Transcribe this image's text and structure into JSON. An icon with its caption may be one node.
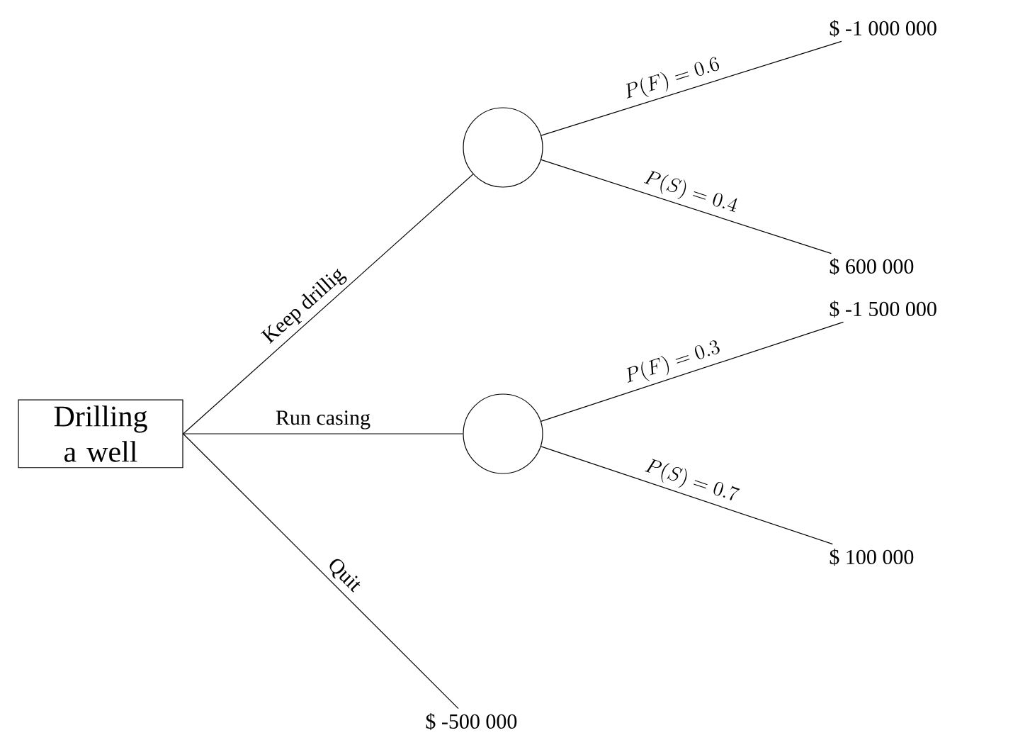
{
  "diagram": {
    "nodes": [
      {
        "text": [
          "Drilling a well"
        ]
      },
      {
        "text": [],
        "shape": "circle"
      },
      {
        "text": [],
        "shape": "circle"
      },
      {
        "text": [
          "$ -1 000 000"
        ]
      },
      {
        "text": [
          "$ 600 000"
        ]
      },
      {
        "text": [
          "$ -1 500 000"
        ]
      },
      {
        "text": [
          "$ 100 000"
        ]
      },
      {
        "text": [
          "$ -500 000"
        ]
      }
    ],
    "edges": [
      {
        "from": 0,
        "to": 1,
        "arrow": "none",
        "label": "Keep drillig"
      },
      {
        "from": 0,
        "to": 2,
        "arrow": "none",
        "label": "Run casing"
      },
      {
        "from": 0,
        "to": 7,
        "arrow": "none",
        "label": "Quit"
      },
      {
        "from": 1,
        "to": 3,
        "arrow": "none",
        "label": "P(F) = 0.6"
      },
      {
        "from": 1,
        "to": 4,
        "arrow": "none",
        "label": "P(S) = 0.4"
      },
      {
        "from": 2,
        "to": 5,
        "arrow": "none",
        "label": "P(F) = 0.3"
      },
      {
        "from": 2,
        "to": 6,
        "arrow": "none",
        "label": "P(S) = 0.7"
      }
    ]
  }
}
